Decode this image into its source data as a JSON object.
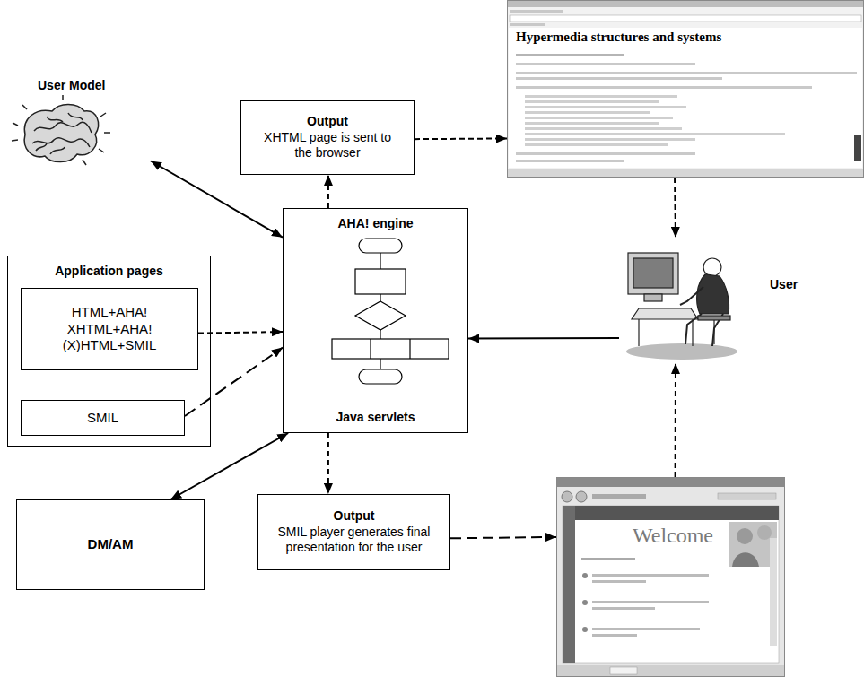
{
  "diagram": {
    "nodes": [
      {
        "text": [
          "User Model"
        ]
      },
      {
        "text": [
          "Application pages"
        ]
      },
      {
        "text": [
          "HTML+AHA! XHTML+AHA! (X)HTML+SMIL"
        ],
        "in": 1
      },
      {
        "text": [
          "SMIL"
        ],
        "in": 1
      },
      {
        "text": [
          "AHA! engine",
          "Java servlets"
        ]
      },
      {
        "text": [
          "Output",
          "XHTML page is sent to the browser"
        ]
      },
      {
        "text": [
          "DM/AM"
        ]
      },
      {
        "text": [
          "Output",
          "SMIL player generates final presentation for the user"
        ]
      },
      {
        "text": [
          "Hypermedia structures and systems"
        ]
      },
      {
        "text": [
          "User"
        ]
      },
      {
        "text": [
          "Welcome"
        ]
      }
    ],
    "edges": [
      {
        "from": 0,
        "to": 4,
        "arrow": "both"
      },
      {
        "from": 2,
        "to": 4,
        "arrow": "to"
      },
      {
        "from": 3,
        "to": 4,
        "arrow": "to"
      },
      {
        "from": 6,
        "to": 4,
        "arrow": "both"
      },
      {
        "from": 4,
        "to": 5,
        "arrow": "to"
      },
      {
        "from": 4,
        "to": 7,
        "arrow": "to"
      },
      {
        "from": 5,
        "to": 8,
        "arrow": "to"
      },
      {
        "from": 8,
        "to": 9,
        "arrow": "to"
      },
      {
        "from": 9,
        "to": 4,
        "arrow": "to"
      },
      {
        "from": 7,
        "to": 10,
        "arrow": "to"
      },
      {
        "from": 10,
        "to": 9,
        "arrow": "to"
      }
    ]
  }
}
